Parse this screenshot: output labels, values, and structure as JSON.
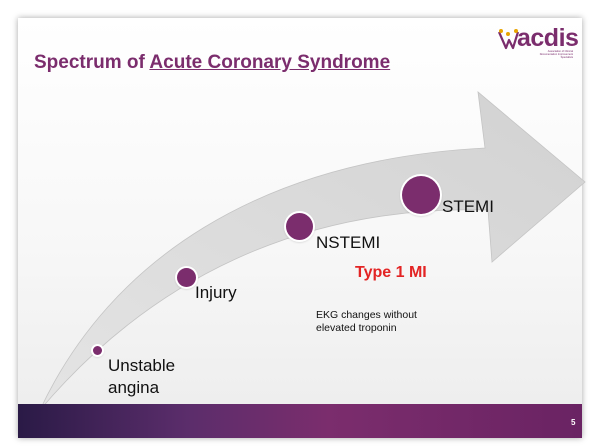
{
  "slide": {
    "title_prefix": "Spectrum of ",
    "title_underlined": "Acute Coronary Syndrome",
    "page_number": "5"
  },
  "logo": {
    "text": "acdis",
    "tagline": "Association of Clinical Documentation Improvement Specialists"
  },
  "stages": [
    {
      "label": "Unstable angina"
    },
    {
      "label": "Injury"
    },
    {
      "label": "NSTEMI"
    },
    {
      "label": "STEMI"
    }
  ],
  "annotations": {
    "type1": "Type 1 MI",
    "note": "EKG changes without elevated troponin"
  },
  "colors": {
    "accent": "#7b2d6d",
    "highlight": "#e32424",
    "arrow": "#d9d9d9"
  }
}
